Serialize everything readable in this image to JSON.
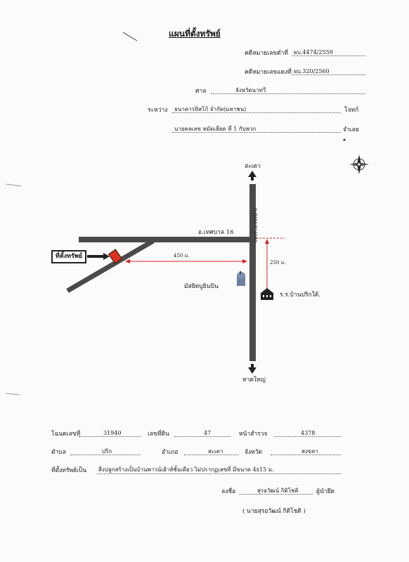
{
  "document": {
    "title": "แผนที่ตั้งทรัพย์",
    "header": {
      "black_case_label": "คดีหมายเลขดำที่",
      "black_case_value": "ผบ.4474/2559",
      "red_case_label": "คดีหมายเลขแดงที่",
      "red_case_value": "ผบ.320/2560",
      "court_label": "ศาล",
      "court_value": "จังหวัดนาทวี",
      "between_label": "ระหว่าง",
      "plaintiff_value": "ธนาคารทิสโก้ จำกัด(มหาชน)",
      "plaintiff_label": "โจทก์",
      "defendant_value": "นายคลเลข หมัดเลียด ที่ 1 กับพวก",
      "defendant_label": "จำเลย"
    }
  },
  "map": {
    "north_label": "สะเดา",
    "south_label": "หาดใหญ่",
    "road_label": "อ.เทศบาล 16",
    "road_vertical_label": "ถ.ทุ่งลุง-ทางออก",
    "property_label": "ที่ตั้งทรัพย์",
    "distance_horizontal": "450 ม.",
    "distance_vertical": "250 ม.",
    "mosque_label": "มัสยิดบูยินบิน",
    "school_label": "ร.ร.บ้านปริกใต้.",
    "colors": {
      "road": "#4a4a4a",
      "property": "#e0301e",
      "dimension": "#d42424"
    },
    "icons": [
      "compass-icon",
      "mosque-icon",
      "school-icon",
      "arrow-up-icon",
      "arrow-down-icon"
    ]
  },
  "footer": {
    "deed_label": "โฉนดเลขที่",
    "deed_value": "31940",
    "land_no_label": "เลขที่ดิน",
    "land_no_value": "47",
    "survey_label": "หน้าสำรวจ",
    "survey_value": "4378",
    "subdistrict_label": "ตำบล",
    "subdistrict_value": "ปริก",
    "district_label": "อำเภอ",
    "district_value": "สะเดา",
    "province_label": "จังหวัด",
    "province_value": "สงขลา",
    "location_label": "ที่ตั้งทรัพย์เป็น",
    "location_value": "สิ่งปลูกสร้างเป็นบ้านพาวน์เฮ้าส์ชั้นเดียว ไม่ปรากฏเลขที่ มีขนาด 4x15 ม.",
    "sign_label": "ลงชื่อ",
    "sign_value": "สุรอวัฒน์ กิติโชติ",
    "sign_role": "ผู้นำยึด",
    "sign_name": "( นายสุรอวัฒน์ กิติโชติ )"
  }
}
